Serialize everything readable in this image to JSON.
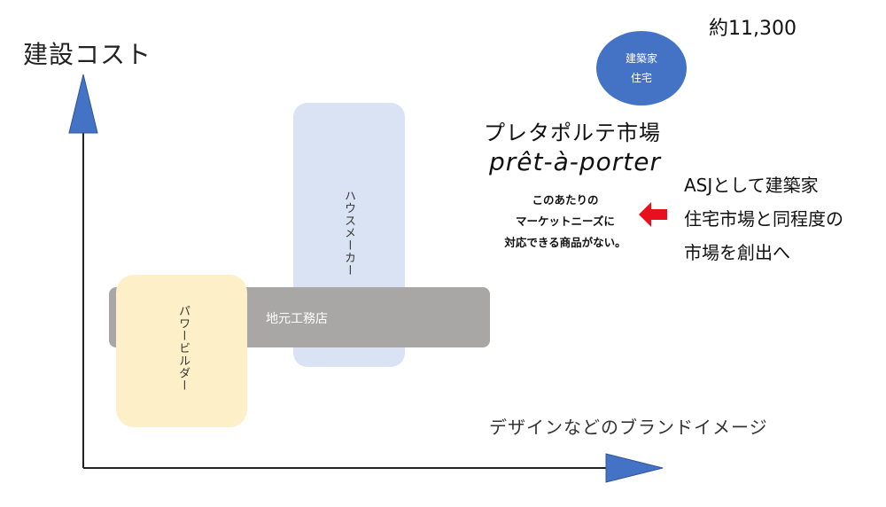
{
  "axes": {
    "y_label": "建設コスト",
    "x_label": "デザインなどのブランドイメージ",
    "color": "#4472c4"
  },
  "top_value": "約11,300",
  "circle": {
    "line1": "建築家",
    "line2": "住宅",
    "color": "#4472c4"
  },
  "segments": {
    "house_maker": "ハウスメーカー",
    "local_builder": "地元工務店",
    "power_builder": "パワービルダー"
  },
  "market": {
    "title": "プレタポルテ市場",
    "subtitle": "prêt-à-porter",
    "note_lines": [
      "このあたりの",
      "マーケットニーズに",
      "対応できる商品がない。"
    ],
    "arrow_color": "#e8101c"
  },
  "asj": {
    "lines": [
      "ASJとして建築家",
      "住宅市場と同程度の",
      "市場を創出へ"
    ]
  },
  "colors": {
    "house_maker_fill": "#dae3f3",
    "local_builder_fill": "#a9a6a6",
    "power_builder_fill": "#fdf0c8"
  }
}
